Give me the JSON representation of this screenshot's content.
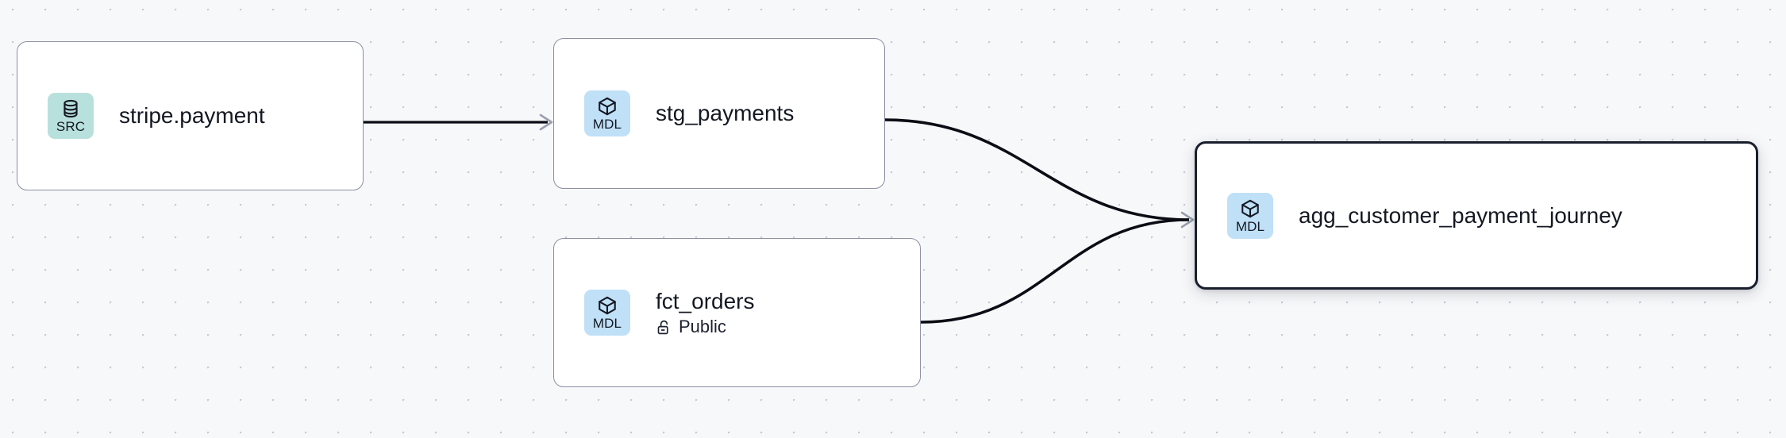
{
  "canvas": {
    "background_color": "#f7f8fa",
    "dot_color": "#c7c9d4",
    "dot_spacing": 41
  },
  "graph": {
    "nodes": [
      {
        "id": "stripe-payment",
        "title": "stripe.payment",
        "badge_text": "SRC",
        "badge_icon": "database-icon",
        "badge_color": "#b8e0dc",
        "subtitle": null,
        "subtitle_icon": null,
        "selected": false
      },
      {
        "id": "stg-payments",
        "title": "stg_payments",
        "badge_text": "MDL",
        "badge_icon": "cube-icon",
        "badge_color": "#bfe0f7",
        "subtitle": null,
        "subtitle_icon": null,
        "selected": false
      },
      {
        "id": "fct-orders",
        "title": "fct_orders",
        "badge_text": "MDL",
        "badge_icon": "cube-icon",
        "badge_color": "#bfe0f7",
        "subtitle": "Public",
        "subtitle_icon": "unlock-icon",
        "selected": false
      },
      {
        "id": "agg-customer-payment-journey",
        "title": "agg_customer_payment_journey",
        "badge_text": "MDL",
        "badge_icon": "cube-icon",
        "badge_color": "#bfe0f7",
        "subtitle": null,
        "subtitle_icon": null,
        "selected": true
      }
    ],
    "edges": [
      {
        "id": "edge-stripe-to-stg",
        "from": "stripe-payment",
        "to": "stg-payments",
        "style": "straight"
      },
      {
        "id": "edge-stg-to-agg",
        "from": "stg-payments",
        "to": "agg-customer-payment-journey",
        "style": "bezier"
      },
      {
        "id": "edge-fct-to-agg",
        "from": "fct-orders",
        "to": "agg-customer-payment-journey",
        "style": "bezier"
      }
    ],
    "edge_color": "#0a0d14",
    "arrowhead_color": "#9aa0ae"
  }
}
